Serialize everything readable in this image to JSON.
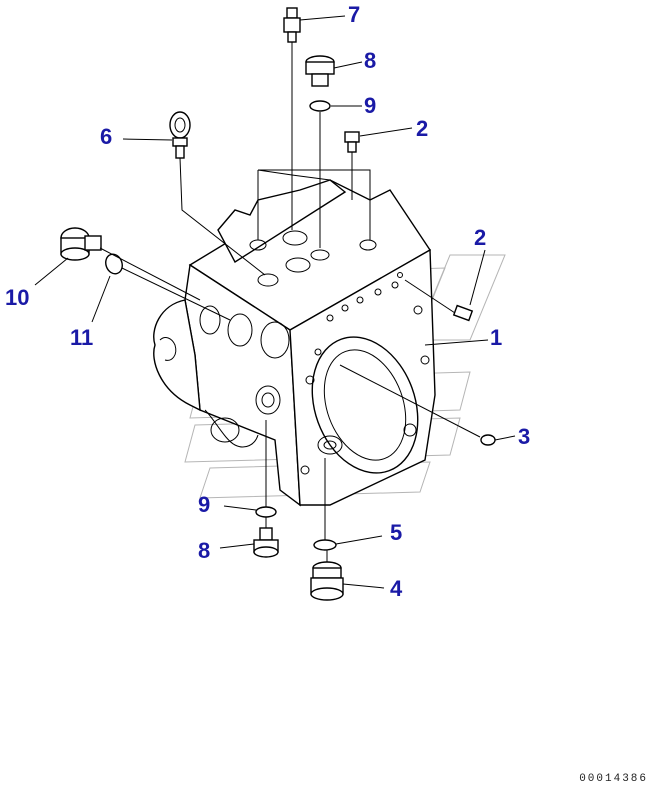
{
  "callouts": [
    {
      "id": "c7a",
      "text": "7"
    },
    {
      "id": "c8a",
      "text": "8"
    },
    {
      "id": "c9a",
      "text": "9"
    },
    {
      "id": "c6",
      "text": "6"
    },
    {
      "id": "c2a",
      "text": "2"
    },
    {
      "id": "c2b",
      "text": "2"
    },
    {
      "id": "c10",
      "text": "10"
    },
    {
      "id": "c11",
      "text": "11"
    },
    {
      "id": "c1",
      "text": "1"
    },
    {
      "id": "c3",
      "text": "3"
    },
    {
      "id": "c9b",
      "text": "9"
    },
    {
      "id": "c5",
      "text": "5"
    },
    {
      "id": "c8b",
      "text": "8"
    },
    {
      "id": "c4",
      "text": "4"
    }
  ],
  "reference_number": "00014386",
  "colors": {
    "callout": "#1a1aa6",
    "line": "#000000",
    "watermark": "#b5b5b5"
  }
}
